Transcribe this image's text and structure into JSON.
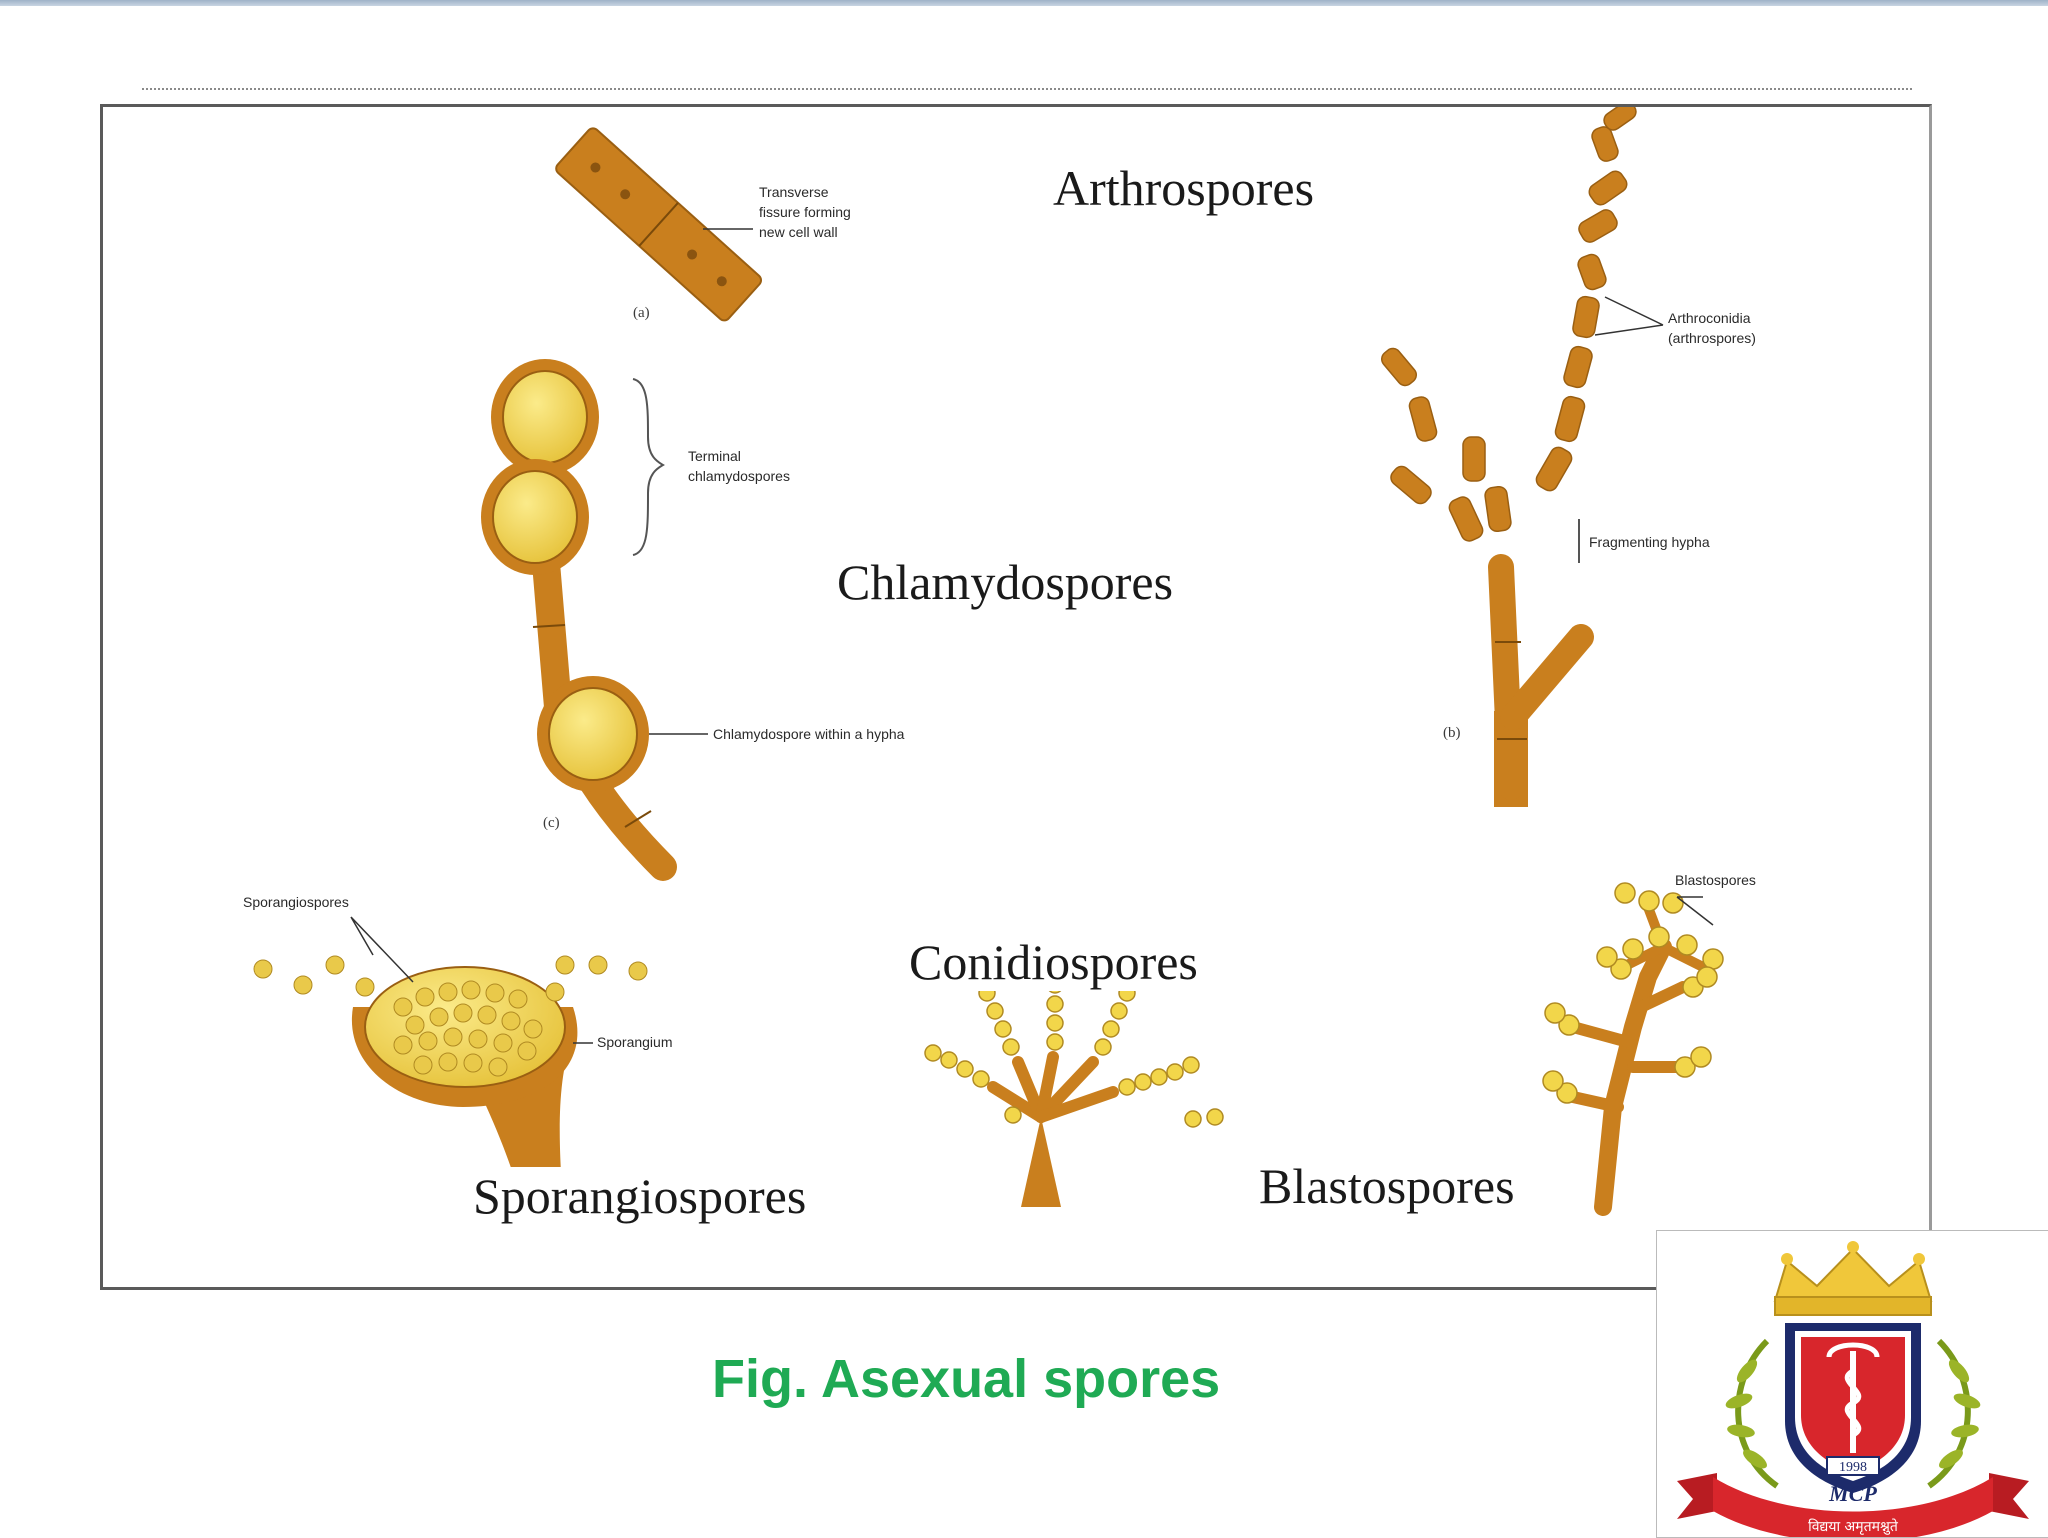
{
  "slide": {
    "titles": {
      "arthrospores": "Arthrospores",
      "chlamydospores": "Chlamydospores",
      "sporangiospores": "Sporangiospores",
      "conidiospores": "Conidiospores",
      "blastospores": "Blastospores"
    },
    "labels": {
      "transverse_1": "Transverse",
      "transverse_2": "fissure forming",
      "transverse_3": "new cell wall",
      "panel_a": "(a)",
      "panel_b": "(b)",
      "panel_c": "(c)",
      "terminal_1": "Terminal",
      "terminal_2": "chlamydospores",
      "within_hypha": "Chlamydospore within a hypha",
      "arthroconidia_1": "Arthroconidia",
      "arthroconidia_2": "(arthrospores)",
      "fragmenting": "Fragmenting hypha",
      "sporangiospores_small": "Sporangiospores",
      "sporangium": "Sporangium",
      "blastospores_small": "Blastospores"
    },
    "caption": "Fig. Asexual spores",
    "logo": {
      "year": "1998",
      "initials": "MCP",
      "banner": "विद्यया अमृतमश्नुते"
    },
    "colors": {
      "hypha": "#c97f1e",
      "spore": "#f2d64a",
      "caption": "#1faa54",
      "shield_red": "#d8262c",
      "shield_blue": "#1d2b6b"
    }
  }
}
